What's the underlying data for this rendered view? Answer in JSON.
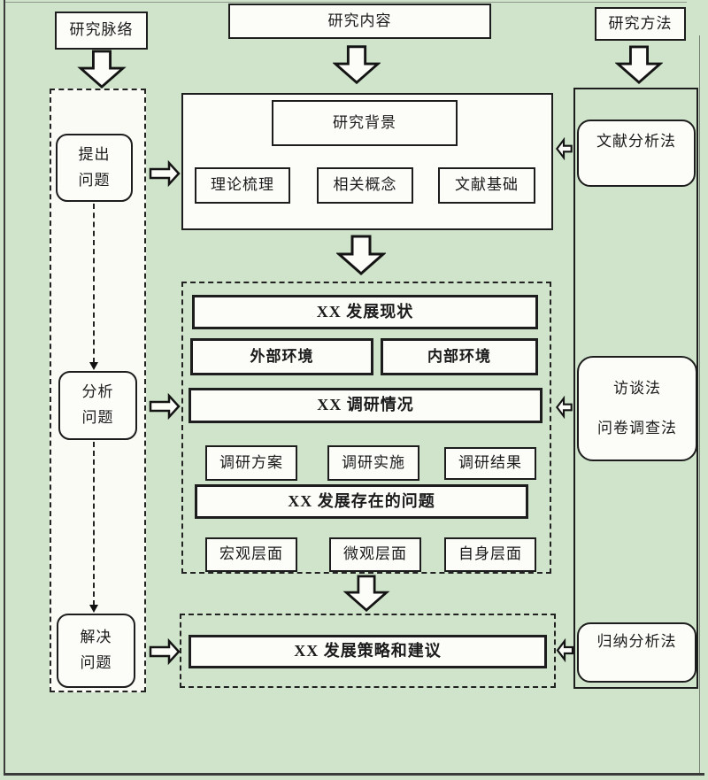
{
  "page": {
    "bg_color": "#cfe4ca",
    "border_color": "#3b3b3b"
  },
  "top_row": {
    "context_label": "研究脉络",
    "content_label": "研究内容",
    "method_label": "研究方法"
  },
  "left_column": {
    "stages": [
      {
        "line1": "提出",
        "line2": "问题"
      },
      {
        "line1": "分析",
        "line2": "问题"
      },
      {
        "line1": "解决",
        "line2": "问题"
      }
    ]
  },
  "background_panel": {
    "title": "研究背景",
    "items": [
      "理论梳理",
      "相关概念",
      "文献基础"
    ]
  },
  "analysis_panel": {
    "status_label": "XX 发展现状",
    "external_env": "外部环境",
    "internal_env": "内部环境",
    "survey_label": "XX 调研情况",
    "survey_items": [
      "调研方案",
      "调研实施",
      "调研结果"
    ],
    "problems_label": "XX 发展存在的问题",
    "levels": [
      "宏观层面",
      "微观层面",
      "自身层面"
    ]
  },
  "strategy_panel": {
    "label": "XX 发展策略和建议"
  },
  "methods_column": {
    "literature": "文献分析法",
    "interview": "访谈法",
    "questionnaire": "问卷调查法",
    "induction": "归纳分析法"
  }
}
